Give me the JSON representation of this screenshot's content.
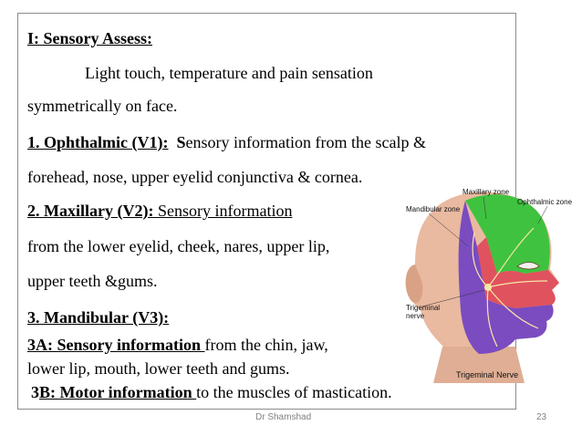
{
  "heading": "I: Sensory Assess:",
  "intro_line1": "Light touch, temperature and pain sensation",
  "intro_line2": "symmetrically on face.",
  "v1": {
    "label": "1. Ophthalmic (V1):",
    "text_bold": "S",
    "text_line1": "ensory information from the scalp &",
    "text_line2": "forehead, nose, upper eyelid conjunctiva & cornea."
  },
  "v2": {
    "label": "2. Maxillary (V2): ",
    "text_line1": "Sensory information",
    "text_line2": "from the lower eyelid, cheek, nares, upper lip,",
    "text_line3": "upper teeth &gums."
  },
  "v3": {
    "label": "3. Mandibular (V3):",
    "a_label": "3A: Sensory information ",
    "a_line1": "from the chin, jaw,",
    "a_line2": "lower lip, mouth, lower teeth and gums.",
    "b_prefix": "3",
    "b_label": "B: Motor information ",
    "b_text": "to the muscles of mastication."
  },
  "figure": {
    "maxillary_zone": "Maxillary zone",
    "ophthalmic_zone": "Ophthalmic zone",
    "mandibular_zone": "Mandibular zone",
    "trigeminal_nerve_l1": "Trigeminal",
    "trigeminal_nerve_l2": "nerve",
    "caption": "Trigeminal Nerve",
    "colors": {
      "ophthalmic": "#3fc23f",
      "maxillary": "#e0525e",
      "mandibular": "#7a4cc0",
      "skin": "#e9b9a0"
    }
  },
  "footer": {
    "author": "Dr Shamshad",
    "page": "23"
  }
}
